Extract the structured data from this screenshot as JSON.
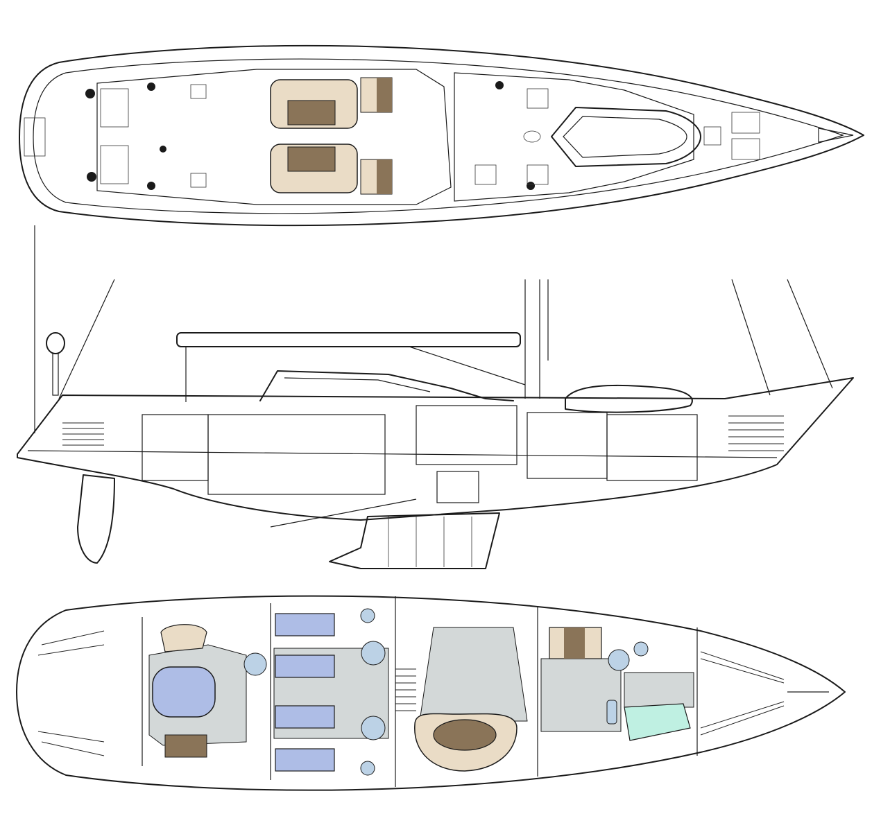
{
  "drawing": {
    "views": [
      {
        "id": "deck-plan",
        "kind": "plan view of deck"
      },
      {
        "id": "profile",
        "kind": "side section"
      },
      {
        "id": "accommodation",
        "kind": "interior layout plan"
      }
    ],
    "colors": {
      "cushion_light": "#eadcc6",
      "cushion_dark": "#8a7458",
      "floor": "#d3d8d8",
      "berth_blue": "#aebde6",
      "round_fixture": "#bcd2e6",
      "crew_berth": "#bff0e2",
      "line": "#1a1a1a"
    }
  }
}
